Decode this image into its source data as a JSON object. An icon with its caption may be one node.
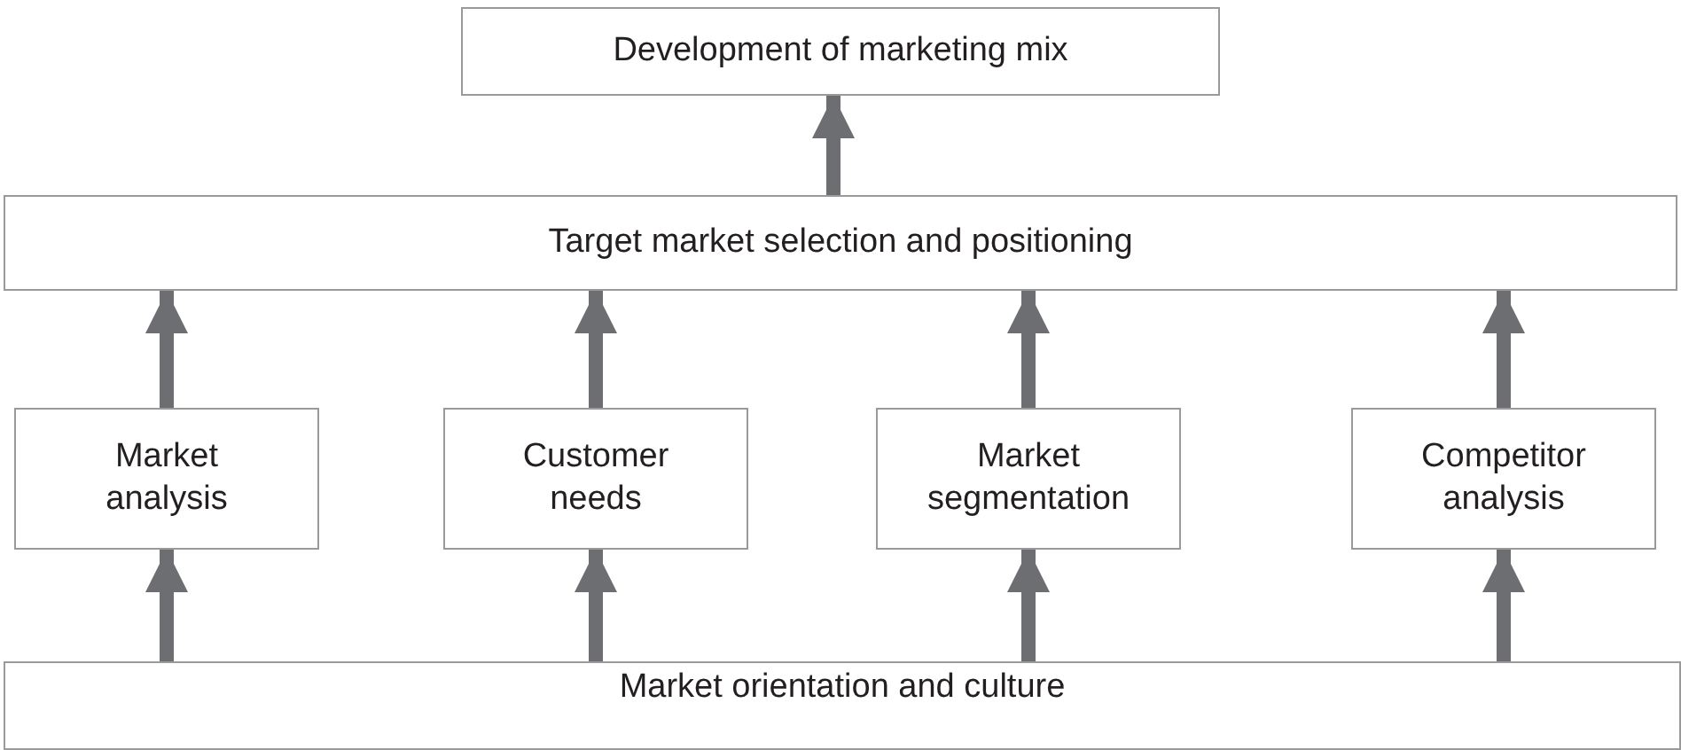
{
  "diagram": {
    "nodes": [
      {
        "text": [
          "Development of marketing mix"
        ]
      },
      {
        "text": [
          "Target market selection and positioning"
        ]
      },
      {
        "text": [
          "Market analysis"
        ]
      },
      {
        "text": [
          "Customer needs"
        ]
      },
      {
        "text": [
          "Market segmentation"
        ]
      },
      {
        "text": [
          "Competitor analysis"
        ]
      },
      {
        "text": [
          "Market orientation and culture"
        ]
      }
    ],
    "edges": [
      {
        "from": 1,
        "to": 0,
        "arrow": "to"
      },
      {
        "from": 2,
        "to": 1,
        "arrow": "to"
      },
      {
        "from": 3,
        "to": 1,
        "arrow": "to"
      },
      {
        "from": 4,
        "to": 1,
        "arrow": "to"
      },
      {
        "from": 5,
        "to": 1,
        "arrow": "to"
      },
      {
        "from": 6,
        "to": 2,
        "arrow": "to"
      },
      {
        "from": 6,
        "to": 3,
        "arrow": "to"
      },
      {
        "from": 6,
        "to": 4,
        "arrow": "to"
      },
      {
        "from": 6,
        "to": 5,
        "arrow": "to"
      }
    ]
  }
}
